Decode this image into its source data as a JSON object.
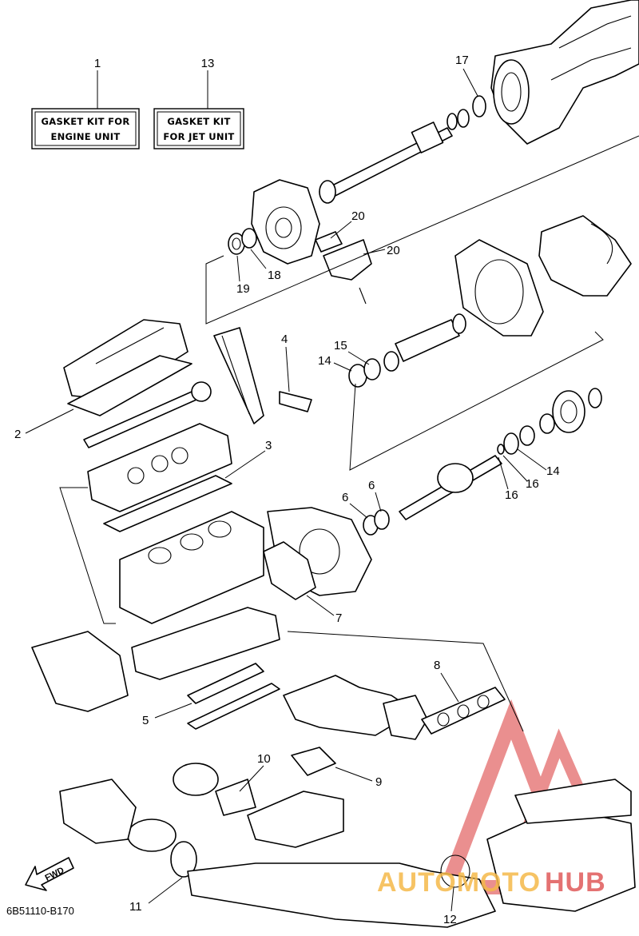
{
  "kits": [
    {
      "number": "1",
      "line1": "GASKET KIT FOR",
      "line2": "ENGINE UNIT"
    },
    {
      "number": "13",
      "line1": "GASKET KIT",
      "line2": "FOR JET UNIT"
    }
  ],
  "callouts": [
    "17",
    "20",
    "20",
    "18",
    "19",
    "4",
    "15",
    "14",
    "2",
    "3",
    "14",
    "16",
    "16",
    "6",
    "6",
    "7",
    "8",
    "5",
    "10",
    "9",
    "11",
    "12"
  ],
  "fwd_label": "FWD",
  "diagram_code": "6B51110-B170",
  "watermark": {
    "part1": "AUTOMOTO",
    "part2": "HUB",
    "color1": "#f5b94a",
    "color2": "#e05a5a"
  }
}
